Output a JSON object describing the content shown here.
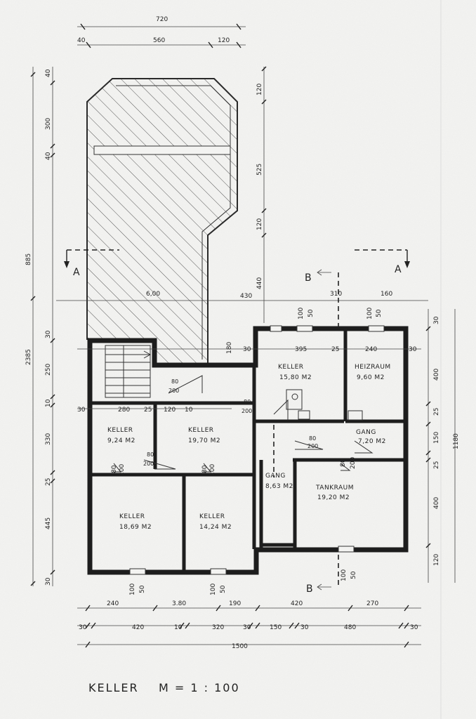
{
  "title": "KELLER    M = 1 : 100",
  "rooms": [
    {
      "name": "KELLER",
      "area": "9,24 M2"
    },
    {
      "name": "KELLER",
      "area": "19,70  M2"
    },
    {
      "name": "KELLER",
      "area": "15,80  M2"
    },
    {
      "name": "HEIZRAUM",
      "area": "9,60  M2"
    },
    {
      "name": "GANG",
      "area": "7,20  M2"
    },
    {
      "name": "GANG",
      "area": "8,63 M2"
    },
    {
      "name": "TANKRAUM",
      "area": "19,20  M2"
    },
    {
      "name": "KELLER",
      "area": "18,69  M2"
    },
    {
      "name": "KELLER",
      "area": "14,24  M2"
    }
  ],
  "section_marks": [
    "A",
    "A",
    "B",
    "B"
  ],
  "dims_top": [
    "720",
    "40",
    "560",
    "120"
  ],
  "dims_bottom_row1": [
    "240",
    "3.80",
    "190",
    "420",
    "270"
  ],
  "dims_bottom_row2": [
    "30",
    "420",
    "10",
    "320",
    "30",
    "150",
    "30",
    "480",
    "30"
  ],
  "dims_total": "1500",
  "dims_left_outer": [
    "2385",
    "885"
  ],
  "dims_left_inner": [
    "40",
    "300",
    "40",
    "30",
    "250",
    "10",
    "330",
    "25",
    "445",
    "30"
  ],
  "dims_right_upper": [
    "120",
    "525",
    "120",
    "440"
  ],
  "dims_right_edge": [
    "30",
    "400",
    "25",
    "150",
    "25",
    "400",
    "120",
    "1180"
  ],
  "dims_interior": [
    "6,00",
    "430",
    "310",
    "160",
    "395",
    "25",
    "240",
    "100",
    "50",
    "100",
    "50",
    "180",
    "30",
    "30",
    "280",
    "25",
    "120",
    "10",
    "30"
  ],
  "door_labels": [
    "80",
    "200",
    "80",
    "200",
    "80",
    "200",
    "80",
    "200",
    "80",
    "200",
    "80",
    "200",
    "80",
    "200"
  ],
  "window_labels": [
    "100",
    "50",
    "100",
    "50",
    "100",
    "50"
  ]
}
